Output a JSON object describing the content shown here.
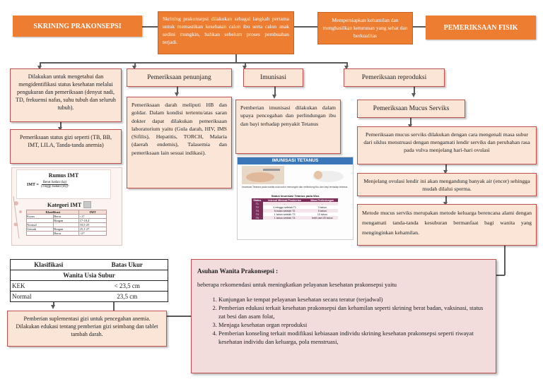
{
  "title_left": "SKRINING PRAKONSEPSI",
  "title_right": "PEMERIKSAAN FISIK",
  "intro": "Skrining prakonsepsi dilakukan sebagai langkah pertama untuk memastikan kesehatan calon ibu serta calon anak sedini mungkin, bahkan sebelum proses pembuahan terjadi.",
  "goal": "Mempersiapkan kehamilan dan menghasilkan keturunan yang sehat dan berkualitas",
  "col1": {
    "box1": "Dilakukan untuk mengetahui dan mengidentifikasi status kesehatan melalui pengukuran dan pemeriksaan (denyut nadi, TD, frekuensi nafas, suhu tubuh dan seluruh tubuh).",
    "box2": "Pemeriksaan status gizi seperti (TB, BB, IMT, LILA, Tanda-tanda anemia)"
  },
  "imt": {
    "title": "Rumus IMT",
    "lhs": "IMT =",
    "numerator": "Berat badan (kg)",
    "denominator": "(Tinggi badan (m))²",
    "kategori_title": "Kategori IMT",
    "headers": [
      "Klasifikasi",
      "",
      "IMT"
    ],
    "rows": [
      [
        "Kurus",
        "Berat",
        "<17"
      ],
      [
        "",
        "Ringan",
        "17-18,4"
      ],
      [
        "Normal",
        "",
        "18,5-25"
      ],
      [
        "Gemuk",
        "Ringan",
        "25,1-27"
      ],
      [
        "",
        "Berat",
        ">27"
      ]
    ]
  },
  "lila": {
    "headers": [
      "Klasifikasi",
      "Batas Ukur"
    ],
    "subheader": "Wanita Usia Subur",
    "rows": [
      [
        "KEK",
        "< 23,5 cm"
      ],
      [
        "Normal",
        "23,5 cm"
      ]
    ]
  },
  "col1_bottom": "Pemberian suplementasi gizi untuk pencegahan anemia. Dilakukan edukasi tentang pemberian gizi seimbang dan tablet tambah darah.",
  "col2": {
    "title": "Pemeriksaan penunjang",
    "body": "Pemeriksaan darah meliputi HB dan goldar. Dalam kondisi tertentu/atas saran dokter dapat dilakukan pemeriksaan laboratorium yaitu (Gula darah, HIV, IMS (Sifilis), Hepatitis, TORCH, Malaria (daerah endemis), Talasemia dan pemeriksaan lain sesuai indikasi)."
  },
  "col3": {
    "title": "Imunisasi",
    "body": "Pemberian imunisasi dilakukan dalam upaya pencegahan dan perlindungan ibu dan bayi terhadap penyakit Tetanus",
    "image_title": "IMUNISASI TETANUS",
    "image_caption": "Imunisasi Tetanus pada wanita usia subur mencegah dan melindungi ibu dan bayi terhadap tetanus.",
    "image_table_title": "Status Imunisasi Tetanus pada Wus",
    "image_headers": [
      "Status",
      "Interval Minimal Pemberian",
      "Masa Perlindungan"
    ],
    "image_rows": [
      [
        "T1",
        "-",
        "-"
      ],
      [
        "T2",
        "4 minggu setelah T1",
        "3 tahun"
      ],
      [
        "T3",
        "6 bulan setelah T2",
        "5 tahun"
      ],
      [
        "T4",
        "1 tahun setelah T3",
        "10 tahun"
      ],
      [
        "T5",
        "1 tahun setelah T4",
        "lebih dari 25 tahun"
      ]
    ]
  },
  "col4": {
    "title": "Pemeriksaan reproduksi",
    "sub_title": "Pemeriksaan Mucus Serviks",
    "box1": "Pemeriksaan mucus serviks dilakukan dengan cara mengenali masa subur dari siklus menstruasi dengan mengamati lendir serviks dan perubahan rasa pada vulva menjelang hari-hari ovulasi",
    "box2": "Menjelang ovulasi lendir ini akan mengandung banyak air (encer) sehingga mudah dilalui sperma.",
    "box3": "Metode mucus serviks merupakan metode keluarga berencana alami dengan mengamati tanda-tanda kesuburan bermanfaat bagi wanita yang menginginkan kehamilan."
  },
  "asuhan": {
    "title": "Asuhan Wanita Prakonsepsi :",
    "intro": "beberapa rekomendasi untuk meningkatkan pelayanan kesehatan prakonsepsi yaitu",
    "items": [
      "Kunjungan ke tempat pelayanan kesehatan secara teratur (terjadwal)",
      "Pemberian edukasi terkait kesehatan prakonsepsi dan kehamilan seperti skrining berat badan, vaksinasi, status zat besi dan asam folat,",
      "Menjaga kesehatan organ reproduksi",
      "Pemberian konseling terkait modifikasi kebiasaan individu skrining kesehatan prakonsepsi seperti riwayat kesehatan individu dan keluarga, pola menstruasi,"
    ]
  }
}
